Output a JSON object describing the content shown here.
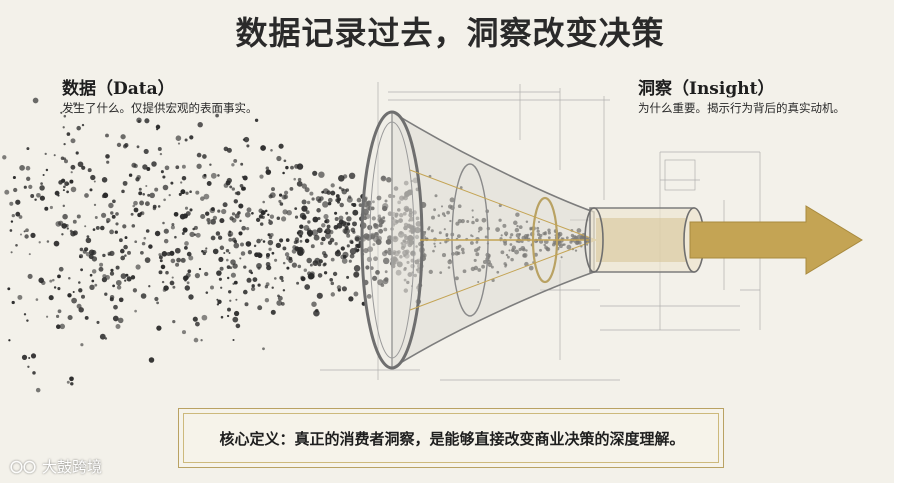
{
  "title": "数据记录过去，洞察改变决策",
  "left": {
    "title": "数据（Data）",
    "subtitle": "发生了什么。仅提供宏观的表面事实。"
  },
  "right": {
    "title": "洞察（Insight）",
    "subtitle": "为什么重要。揭示行为背后的真实动机。"
  },
  "callout": {
    "text": "核心定义：真正的消费者洞察，是能够直接改变商业决策的深度理解。"
  },
  "watermark": {
    "text": "大鼓跨境"
  },
  "colors": {
    "background": "#f3f1ea",
    "gold": "#c4a454",
    "particles": "#2b2b2b",
    "funnel_stroke": "#7d7d7d"
  },
  "icons": {
    "funnel": "funnel-icon",
    "arrow": "arrow-right-icon",
    "watermark_logo": "dagu-logo-icon"
  }
}
